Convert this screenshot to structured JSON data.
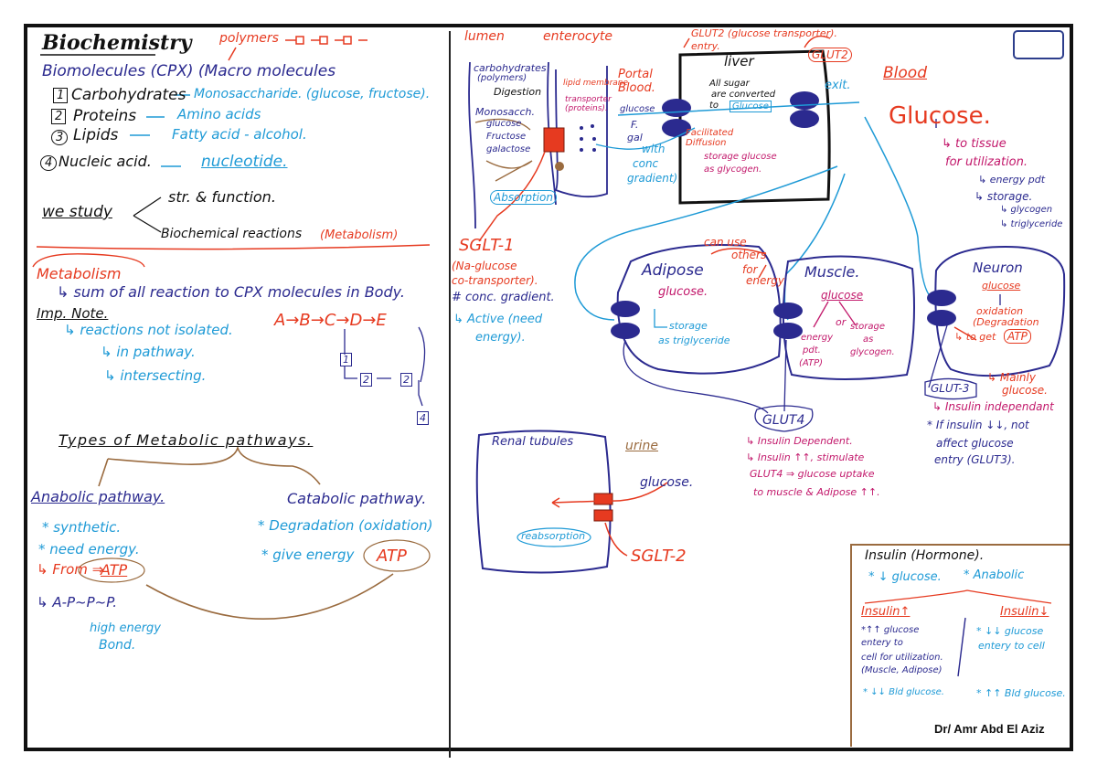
{
  "title": "Biochemistry",
  "polymers_label": "polymers",
  "biomolecules": {
    "header": "Biomolecules (CPX) (Macro molecules",
    "items": [
      {
        "num": "1",
        "name": "Carbohydrates",
        "arrow_to": "Monosaccharide. (glucose, fructose)."
      },
      {
        "num": "2",
        "name": "Proteins",
        "arrow_to": "Amino acids"
      },
      {
        "num": "3",
        "name": "Lipids",
        "arrow_to": "Fatty acid - alcohol."
      },
      {
        "num": "4",
        "name": "Nucleic acid.",
        "arrow_to": "nucleotide."
      }
    ]
  },
  "we_study": {
    "label": "we study",
    "branch1": "str. & function.",
    "branch2": "Biochemical reactions",
    "branch2_note": "(Metabolism)"
  },
  "metabolism": {
    "title": "Metabolism",
    "definition": "↳ sum of all reaction to CPX molecules in Body.",
    "imp_note": "Imp. Note.",
    "note1": "↳ reactions not isolated.",
    "note2": "↳ in pathway.",
    "note3": "↳ intersecting.",
    "chain": "A→B→C→D→E",
    "nodes": [
      "1",
      "2",
      "2",
      "4"
    ]
  },
  "pathways": {
    "title": "Types of Metabolic pathways.",
    "anabolic": {
      "title": "Anabolic pathway.",
      "l1": "* synthetic.",
      "l2": "* need energy.",
      "l3": "↳ From ⇒",
      "atp": "ATP",
      "l4": "↳ A-P~P~P.",
      "l5": "high energy",
      "l6": "Bond."
    },
    "catabolic": {
      "title": "Catabolic pathway.",
      "l1": "* Degradation (oxidation)",
      "l2": "* give energy",
      "atp": "ATP"
    }
  },
  "gut": {
    "lumen": "lumen",
    "enterocyte": "enterocyte",
    "carbohydrates": "carbohydrates",
    "polymers": "(polymers)",
    "digestion": "Digestion",
    "monosacch": "Monosacch.",
    "sugars": [
      "glucose",
      "Fructose",
      "galactose"
    ],
    "absorption": "Absorption",
    "lipid": "lipid membrane",
    "transporter": "transporter (proteins).",
    "portal": "Portal Blood.",
    "glucose_f_gal": [
      "glucose",
      "F.",
      "gal"
    ],
    "with_conc": [
      "with",
      "conc",
      "gradient)"
    ],
    "facilitated": "Facilitated Diffusion",
    "glut2_top": "GLUT2 (glucose transporter).",
    "entry": "entry.",
    "glut2": "GLUT2",
    "liver": "liver",
    "liver_text": [
      "All sugar",
      "are converted",
      "to"
    ],
    "liver_glucose": "Glucose",
    "liver_storage": [
      "storage glucose",
      "as glycogen."
    ],
    "exit": "exit."
  },
  "sglt1": {
    "title": "SGLT-1",
    "l1": "(Na-glucose",
    "l2": "co-transporter).",
    "l3": "# conc. gradient.",
    "l4": "↳ Active (need",
    "l5": "energy)."
  },
  "blood": {
    "label": "Blood",
    "glucose": "Glucose.",
    "l1": "↳ to tissue",
    "l2": "for utilization.",
    "l3": "↳ energy pdt",
    "l4": "↳ storage.",
    "l5": "↳ glycogen",
    "l6": "↳ triglyceride"
  },
  "adipose": {
    "title": "Adipose",
    "glucose": "glucose.",
    "storage": [
      "storage",
      "as triglyceride"
    ],
    "can_use": "can use",
    "others": "others",
    "for_energy": [
      "for",
      "energy"
    ]
  },
  "muscle": {
    "title": "Muscle.",
    "glucose": "glucose",
    "or": "or",
    "left": [
      "energy",
      "pdt.",
      "(ATP)"
    ],
    "right": [
      "storage",
      "as",
      "glycogen."
    ]
  },
  "neuron": {
    "title": "Neuron",
    "glucose": "glucose",
    "oxidation": "oxidation",
    "degradation": "(Degradation",
    "to_get": "↳ to get",
    "atp": "ATP"
  },
  "glut3": {
    "label": "GLUT-3",
    "mainly": "↳ Mainly",
    "glucose": "glucose.",
    "l1": "↳ Insulin independant",
    "l2": "* If insulin ↓↓, not",
    "l3": "affect glucose",
    "l4": "entry (GLUT3)."
  },
  "glut4": {
    "label": "GLUT4",
    "l1": "↳ Insulin Dependent.",
    "l2": "↳ Insulin ↑↑, stimulate",
    "l3": "GLUT4 ⇒ glucose uptake",
    "l4": "to muscle & Adipose ↑↑."
  },
  "renal": {
    "title": "Renal tubules",
    "urine": "urine",
    "glucose": "glucose.",
    "reabsorption": "reabsorption",
    "sglt2": "SGLT-2"
  },
  "insulin": {
    "title": "Insulin (Hormone).",
    "sub1": "* ↓ glucose.",
    "sub2": "* Anabolic",
    "up": "Insulin↑",
    "down": "Insulin↓",
    "up_lines": [
      "*↑↑ glucose",
      "entery to",
      "cell for utilization.",
      "(Muscle, Adipose)"
    ],
    "down_lines": [
      "* ↓↓ glucose",
      "entery to cell"
    ],
    "up_bld": "* ↓↓ Bld glucose.",
    "down_bld": "* ↑↑ Bld glucose.",
    "author": "Dr/ Amr Abd El Aziz"
  }
}
